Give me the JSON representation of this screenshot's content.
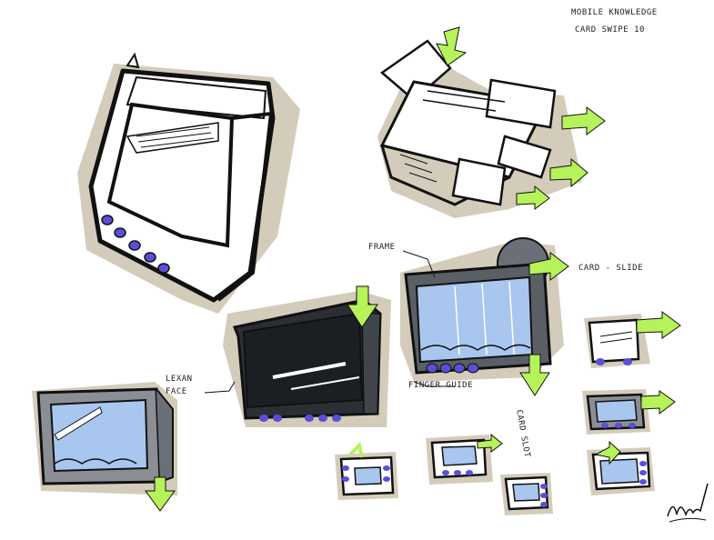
{
  "header": {
    "title_line1": "Mobile Knowledge",
    "title_line2": "Card Swipe 10"
  },
  "labels": {
    "frame": "Frame",
    "card_slide": "Card - Slide",
    "lexan_face": "Lexan Face",
    "finger_guide": "Finger Guide",
    "card_slot": "Card Slot"
  },
  "colors": {
    "marker_tan": "#cfc6b4",
    "ink": "#111111",
    "arrow_green": "#b6f25a",
    "screen_blue": "#a9c6ee",
    "device_dark": "#2b2f33",
    "button_purple": "#5a4fd6",
    "device_gray": "#8b8f95"
  },
  "sketches": [
    {
      "name": "large-tilted-tablet-sketch"
    },
    {
      "name": "exploded-card-slot-sketch"
    },
    {
      "name": "dark-lexan-device-sketch"
    },
    {
      "name": "framed-blue-screen-device-sketch"
    },
    {
      "name": "gray-device-lower-left-sketch"
    },
    {
      "name": "small-variant-sketches"
    }
  ]
}
